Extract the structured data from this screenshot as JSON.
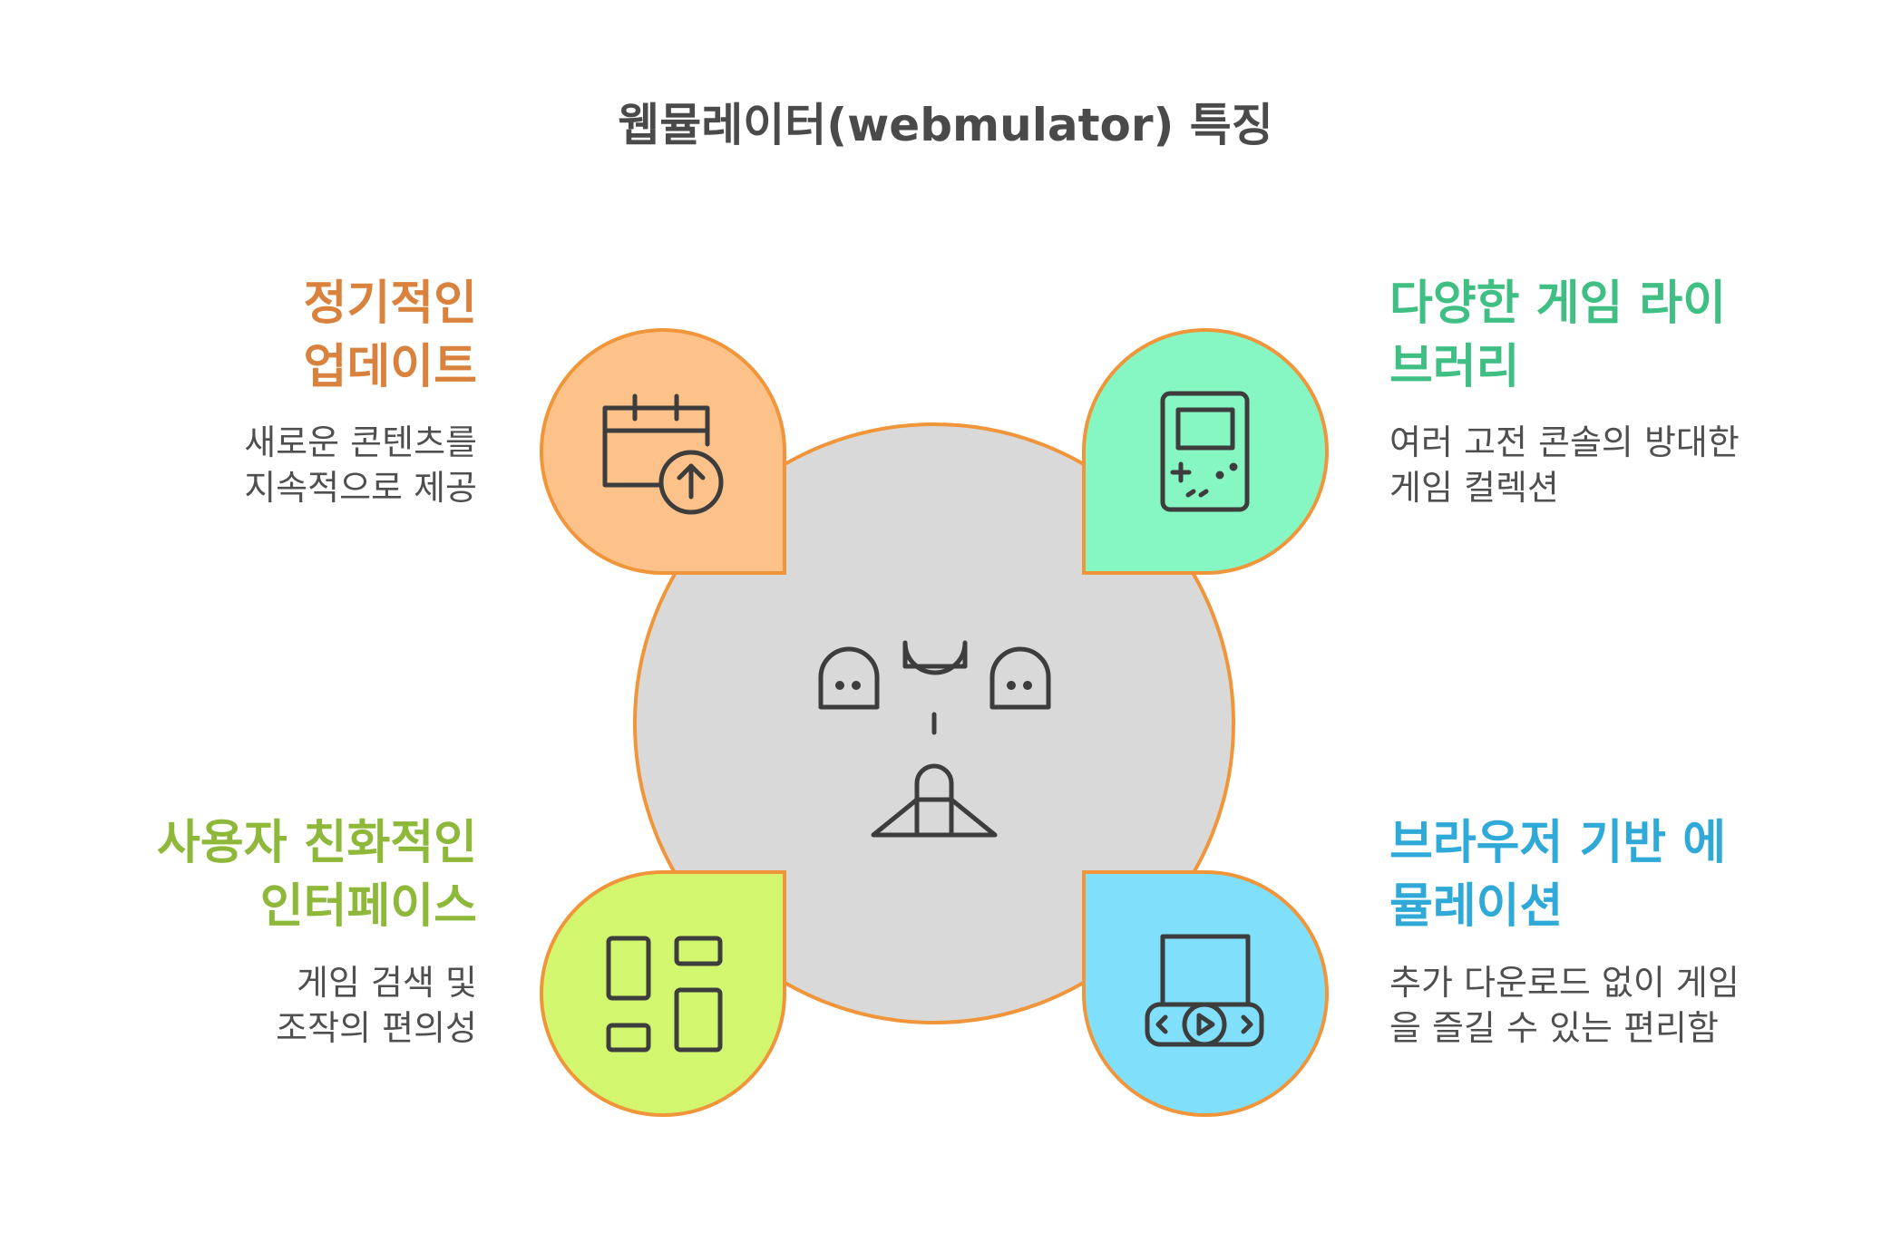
{
  "title": "웹뮬레이터(webmulator) 특징",
  "colors": {
    "border": "#f0953a",
    "center_fill": "#d9d9d9",
    "icon_stroke": "#3d3d3d",
    "orange_fill": "#fdc28a",
    "orange_text": "#d9823d",
    "green_fill": "#86f7c3",
    "green_text": "#3fbf83",
    "lime_fill": "#d2f76f",
    "lime_text": "#8db83a",
    "blue_fill": "#80e0fb",
    "blue_text": "#2ea9d8"
  },
  "center": {
    "icon": "spaceship-with-ghosts-icon"
  },
  "features": [
    {
      "id": "updates",
      "icon": "calendar-upload-icon",
      "title_lines": [
        "정기적인",
        "업데이트"
      ],
      "desc_lines": [
        "새로운 콘텐츠를",
        "지속적으로 제공"
      ]
    },
    {
      "id": "library",
      "icon": "handheld-console-icon",
      "title_lines": [
        "다양한 게임 라이",
        "브러리"
      ],
      "desc_lines": [
        "여러 고전 콘솔의 방대한",
        "게임 컬렉션"
      ]
    },
    {
      "id": "interface",
      "icon": "layout-grid-icon",
      "title_lines": [
        "사용자 친화적인",
        "인터페이스"
      ],
      "desc_lines": [
        "게임 검색 및",
        "조작의 편의성"
      ]
    },
    {
      "id": "browser",
      "icon": "video-player-icon",
      "title_lines": [
        "브라우저 기반 에",
        "뮬레이션"
      ],
      "desc_lines": [
        "추가 다운로드 없이 게임",
        "을 즐길 수 있는 편리함"
      ]
    }
  ]
}
